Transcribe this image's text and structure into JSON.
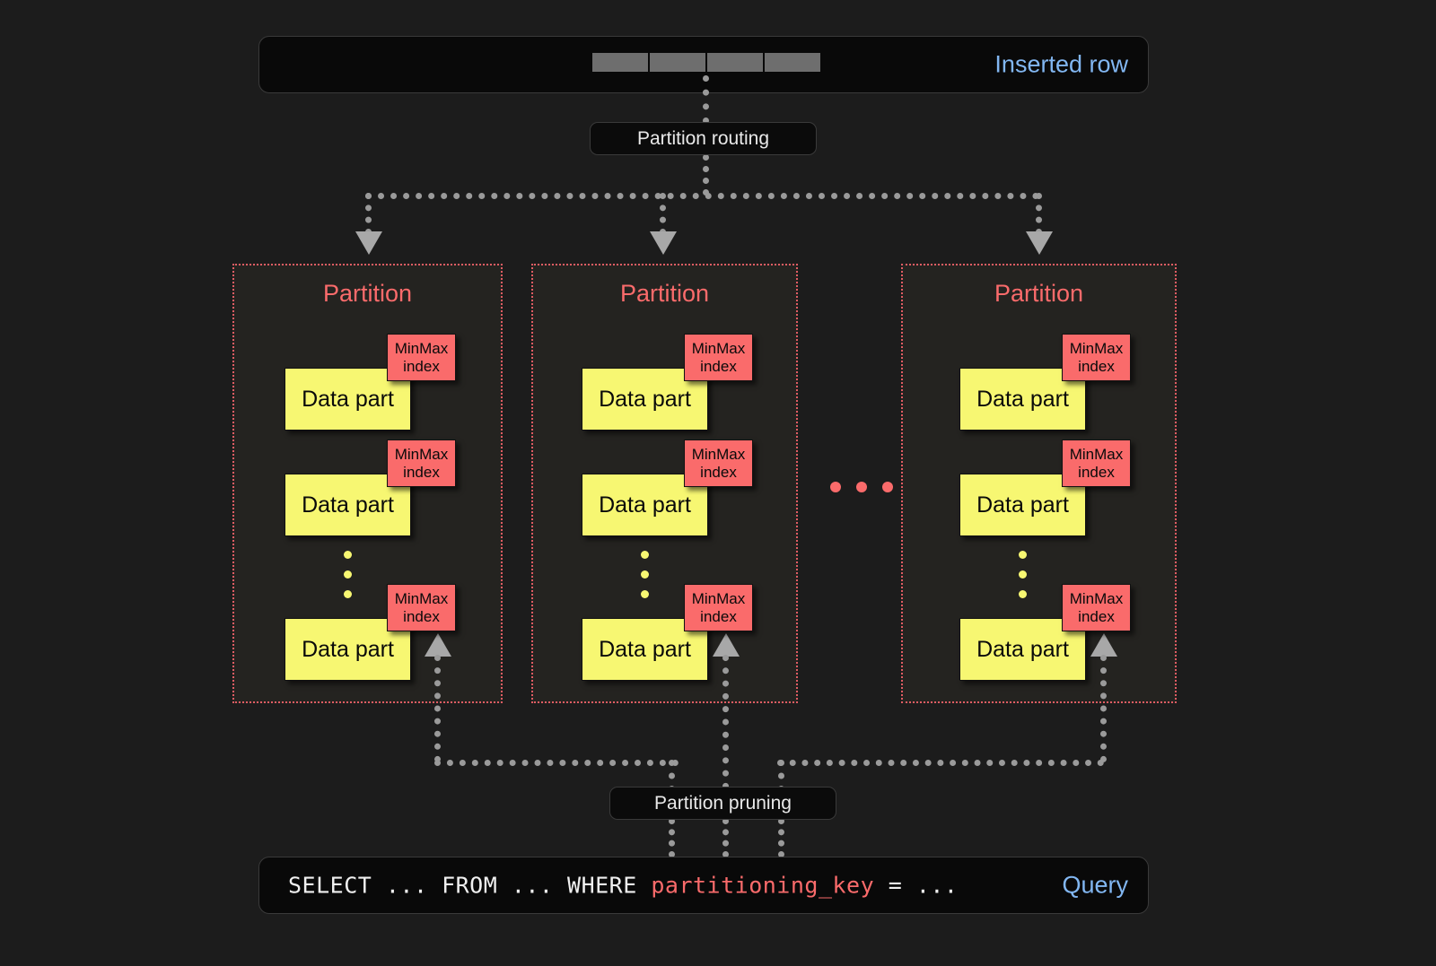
{
  "diagram": {
    "title": "ClickHouse partitioning: insert routing and query pruning",
    "background_color": "#1c1c1c",
    "accent_colors": {
      "partition_red": "#fa6b6b",
      "data_part_yellow": "#f7f772",
      "label_blue": "#82b7f2",
      "connector_gray": "#9a9a9a"
    }
  },
  "inserted_row": {
    "side_label": "Inserted row",
    "cells": [
      "",
      "",
      "",
      ""
    ],
    "cell_count": 4
  },
  "routing": {
    "label": "Partition routing"
  },
  "partitions": [
    {
      "title": "Partition",
      "parts": [
        {
          "data_part_label": "Data part",
          "index_label_line1": "MinMax",
          "index_label_line2": "index"
        },
        {
          "data_part_label": "Data part",
          "index_label_line1": "MinMax",
          "index_label_line2": "index"
        },
        {
          "data_part_label": "Data part",
          "index_label_line1": "MinMax",
          "index_label_line2": "index"
        }
      ],
      "ellipsis_dots": 3
    },
    {
      "title": "Partition",
      "parts": [
        {
          "data_part_label": "Data part",
          "index_label_line1": "MinMax",
          "index_label_line2": "index"
        },
        {
          "data_part_label": "Data part",
          "index_label_line1": "MinMax",
          "index_label_line2": "index"
        },
        {
          "data_part_label": "Data part",
          "index_label_line1": "MinMax",
          "index_label_line2": "index"
        }
      ],
      "ellipsis_dots": 3
    },
    {
      "title": "Partition",
      "parts": [
        {
          "data_part_label": "Data part",
          "index_label_line1": "MinMax",
          "index_label_line2": "index"
        },
        {
          "data_part_label": "Data part",
          "index_label_line1": "MinMax",
          "index_label_line2": "index"
        },
        {
          "data_part_label": "Data part",
          "index_label_line1": "MinMax",
          "index_label_line2": "index"
        }
      ],
      "ellipsis_dots": 3
    }
  ],
  "partition_ellipsis_dots": 3,
  "pruning": {
    "label": "Partition pruning"
  },
  "query": {
    "side_label": "Query",
    "sql_prefix": "SELECT ... FROM ... WHERE ",
    "sql_key": "partitioning_key",
    "sql_suffix": " = ..."
  }
}
